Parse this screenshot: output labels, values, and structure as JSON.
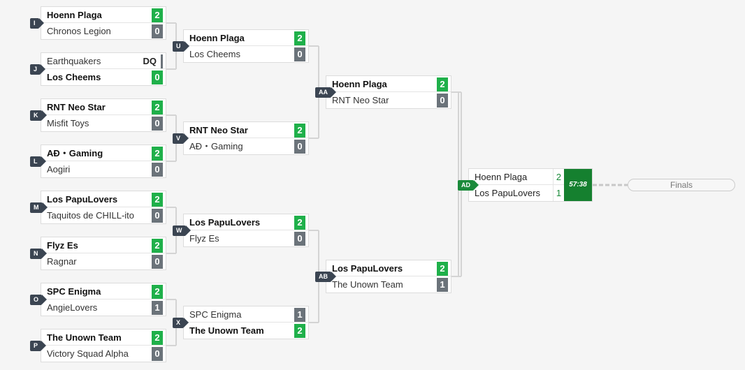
{
  "rounds": [
    {
      "matches": [
        {
          "id": "I",
          "teams": [
            {
              "name": "Hoenn Plaga",
              "score": "2",
              "win": true
            },
            {
              "name": "Chronos Legion",
              "score": "0",
              "win": false
            }
          ]
        },
        {
          "id": "J",
          "teams": [
            {
              "name": "Earthquakers",
              "score": "DQ",
              "win": false,
              "dq": true
            },
            {
              "name": "Los Cheems",
              "score": "0",
              "win": true
            }
          ]
        },
        {
          "id": "K",
          "teams": [
            {
              "name": "RNT Neo Star",
              "score": "2",
              "win": true
            },
            {
              "name": "Misfit Toys",
              "score": "0",
              "win": false
            }
          ]
        },
        {
          "id": "L",
          "teams": [
            {
              "name": "AÐ・Gaming",
              "score": "2",
              "win": true
            },
            {
              "name": "Aogiri",
              "score": "0",
              "win": false
            }
          ]
        },
        {
          "id": "M",
          "teams": [
            {
              "name": "Los PapuLovers",
              "score": "2",
              "win": true
            },
            {
              "name": "Taquitos de CHILL-ito",
              "score": "0",
              "win": false
            }
          ]
        },
        {
          "id": "N",
          "teams": [
            {
              "name": "Flyz Es",
              "score": "2",
              "win": true
            },
            {
              "name": "Ragnar",
              "score": "0",
              "win": false
            }
          ]
        },
        {
          "id": "O",
          "teams": [
            {
              "name": "SPC Enigma",
              "score": "2",
              "win": true
            },
            {
              "name": "AngieLovers",
              "score": "1",
              "win": false
            }
          ]
        },
        {
          "id": "P",
          "teams": [
            {
              "name": "The Unown Team",
              "score": "2",
              "win": true
            },
            {
              "name": "Victory Squad Alpha",
              "score": "0",
              "win": false
            }
          ]
        }
      ]
    },
    {
      "matches": [
        {
          "id": "U",
          "teams": [
            {
              "name": "Hoenn Plaga",
              "score": "2",
              "win": true
            },
            {
              "name": "Los Cheems",
              "score": "0",
              "win": false
            }
          ]
        },
        {
          "id": "V",
          "teams": [
            {
              "name": "RNT Neo Star",
              "score": "2",
              "win": true
            },
            {
              "name": "AÐ・Gaming",
              "score": "0",
              "win": false
            }
          ]
        },
        {
          "id": "W",
          "teams": [
            {
              "name": "Los PapuLovers",
              "score": "2",
              "win": true
            },
            {
              "name": "Flyz Es",
              "score": "0",
              "win": false
            }
          ]
        },
        {
          "id": "X",
          "teams": [
            {
              "name": "SPC Enigma",
              "score": "1",
              "win": false
            },
            {
              "name": "The Unown Team",
              "score": "2",
              "win": true
            }
          ]
        }
      ]
    },
    {
      "matches": [
        {
          "id": "AA",
          "teams": [
            {
              "name": "Hoenn Plaga",
              "score": "2",
              "win": true
            },
            {
              "name": "RNT Neo Star",
              "score": "0",
              "win": false
            }
          ]
        },
        {
          "id": "AB",
          "teams": [
            {
              "name": "Los PapuLovers",
              "score": "2",
              "win": true
            },
            {
              "name": "The Unown Team",
              "score": "1",
              "win": false
            }
          ]
        }
      ]
    }
  ],
  "final_match": {
    "id": "AD",
    "teams": [
      {
        "name": "Hoenn Plaga",
        "score": "2"
      },
      {
        "name": "Los PapuLovers",
        "score": "1"
      }
    ],
    "time": "57:38"
  },
  "finals_label": "Finals",
  "colors": {
    "win": "#1fb04a",
    "lose": "#6b737a",
    "label": "#3b4552",
    "final_green": "#15802f",
    "line": "#d4d4d4"
  }
}
